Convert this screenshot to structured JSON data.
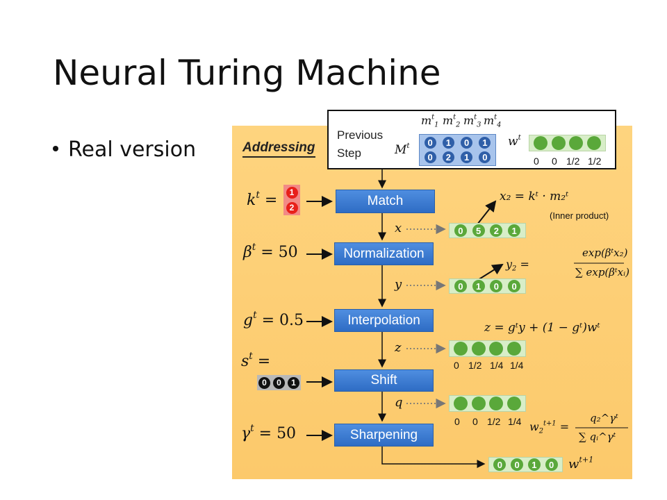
{
  "slide": {
    "title": "Neural Turing Machine",
    "bullet": "Real version"
  },
  "diagram": {
    "section_label": "Addressing",
    "previous_step": {
      "label_line1": "Previous",
      "label_line2": "Step",
      "memory_symbol": "M",
      "memory_columns": [
        {
          "header": "m",
          "sub": "1",
          "values": [
            "0",
            "0"
          ]
        },
        {
          "header": "m",
          "sub": "2",
          "values": [
            "1",
            "2"
          ]
        },
        {
          "header": "m",
          "sub": "3",
          "values": [
            "0",
            "1"
          ]
        },
        {
          "header": "m",
          "sub": "4",
          "values": [
            "1",
            "0"
          ]
        }
      ],
      "weight_symbol": "w",
      "weight_values": [
        "0",
        "0",
        "1/2",
        "1/2"
      ]
    },
    "inputs": {
      "key": {
        "symbol": "k",
        "values": [
          "1",
          "2"
        ]
      },
      "beta": {
        "symbol": "β",
        "value": "50"
      },
      "gate": {
        "symbol": "g",
        "value": "0.5"
      },
      "shift": {
        "symbol": "s",
        "values": [
          "0",
          "0",
          "1"
        ]
      },
      "gamma": {
        "symbol": "γ",
        "value": "50"
      }
    },
    "boxes": {
      "match": "Match",
      "normalization": "Normalization",
      "interpolation": "Interpolation",
      "shift": "Shift",
      "sharpening": "Sharpening"
    },
    "vectors": {
      "x": {
        "symbol": "x",
        "values": [
          "0",
          "5",
          "2",
          "1"
        ]
      },
      "y": {
        "symbol": "y",
        "values": [
          "0",
          "1",
          "0",
          "0"
        ]
      },
      "z": {
        "symbol": "z",
        "values": [
          "0",
          "1/2",
          "1/4",
          "1/4"
        ]
      },
      "q": {
        "symbol": "q",
        "values": [
          "0",
          "0",
          "1/2",
          "1/4"
        ]
      },
      "w_next": {
        "symbol": "w",
        "values": [
          "0",
          "0",
          "1",
          "0"
        ]
      }
    },
    "formulas": {
      "x2": "x₂ = kᵗ · m₂ᵗ",
      "inner_product": "(Inner product)",
      "y2_num": "exp(βᵗx₂)",
      "y2_den": "∑ exp(βᵗxᵢ)",
      "z_eq": "z = gᵗy + (1 − gᵗ)wᵗ",
      "w2_num": "q₂^γᵗ",
      "w2_den": "∑ qᵢ^γᵗ"
    },
    "colors": {
      "panel": "#fdd077",
      "box_blue": "#3a7bd5",
      "vector_green": "#5aa83a",
      "memory_blue": "#2f5fa8",
      "key_red": "#e8201a"
    }
  }
}
